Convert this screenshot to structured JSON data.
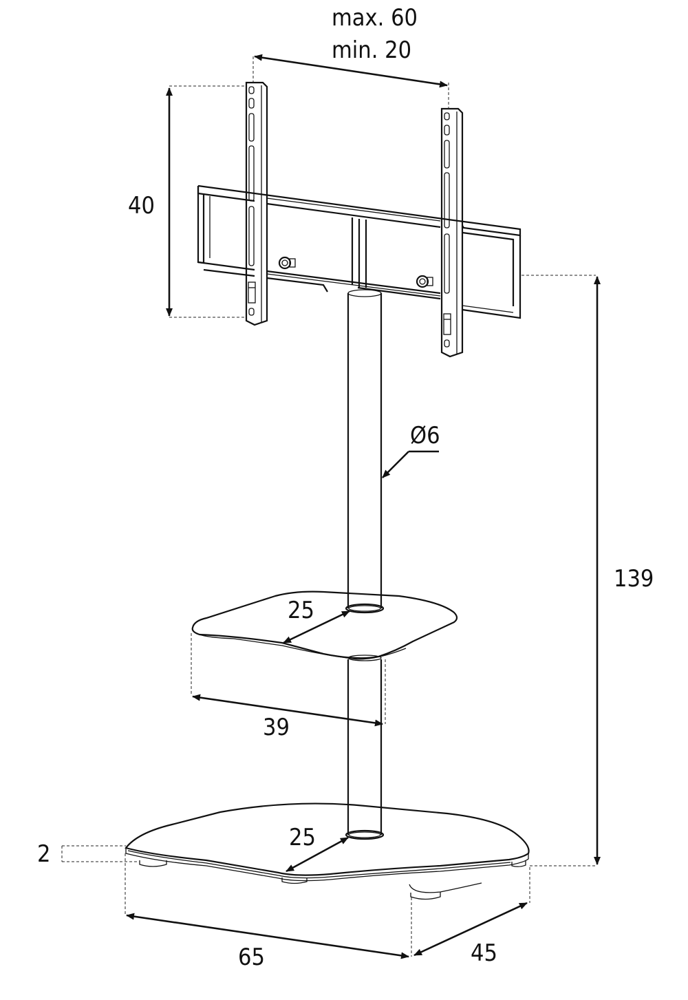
{
  "dimensions": {
    "vesa_width_max": "max. 60",
    "vesa_width_min": "min. 20",
    "bracket_height": "40",
    "total_height": "139",
    "pole_diameter": "Ø6",
    "shelf_depth": "25",
    "shelf_width": "39",
    "base_depth_inner": "25",
    "base_thickness": "2",
    "base_width": "65",
    "base_depth": "45"
  },
  "colors": {
    "line": "#111111",
    "background": "#ffffff"
  }
}
